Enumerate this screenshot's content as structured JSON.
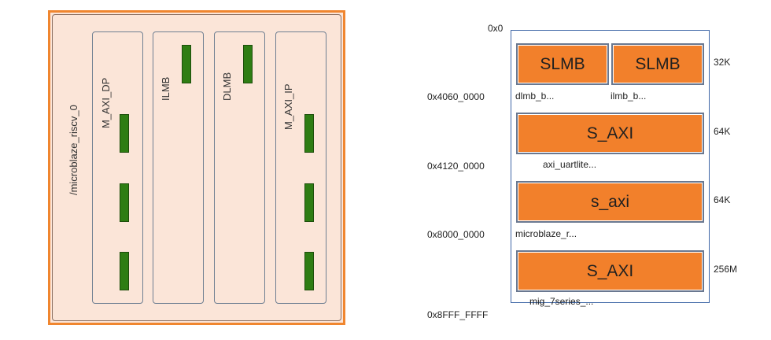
{
  "processor": {
    "name": "/microblaze_riscv_0",
    "interfaces": [
      {
        "label": "M_AXI_DP",
        "pins": 3
      },
      {
        "label": "ILMB",
        "pins": 1
      },
      {
        "label": "DLMB",
        "pins": 1
      },
      {
        "label": "M_AXI_IP",
        "pins": 3
      }
    ]
  },
  "address_map": {
    "addresses": [
      "0x0",
      "0x4060_0000",
      "0x4120_0000",
      "0x8000_0000",
      "0x8FFF_FFFF"
    ],
    "rows": [
      {
        "segments": [
          {
            "label": "SLMB",
            "instance": "dlmb_b..."
          },
          {
            "label": "SLMB",
            "instance": "ilmb_b..."
          }
        ],
        "size": "32K"
      },
      {
        "segments": [
          {
            "label": "S_AXI",
            "instance": "axi_uartlite..."
          }
        ],
        "size": "64K"
      },
      {
        "segments": [
          {
            "label": "s_axi",
            "instance": "microblaze_r..."
          }
        ],
        "size": "64K"
      },
      {
        "segments": [
          {
            "label": "S_AXI",
            "instance": "mig_7series_..."
          }
        ],
        "size": "256M"
      }
    ]
  },
  "colors": {
    "segment_fill": "#f2802b",
    "pin_fill": "#2e7d13",
    "processor_fill": "#fbe5d8",
    "processor_border": "#f0862f"
  }
}
